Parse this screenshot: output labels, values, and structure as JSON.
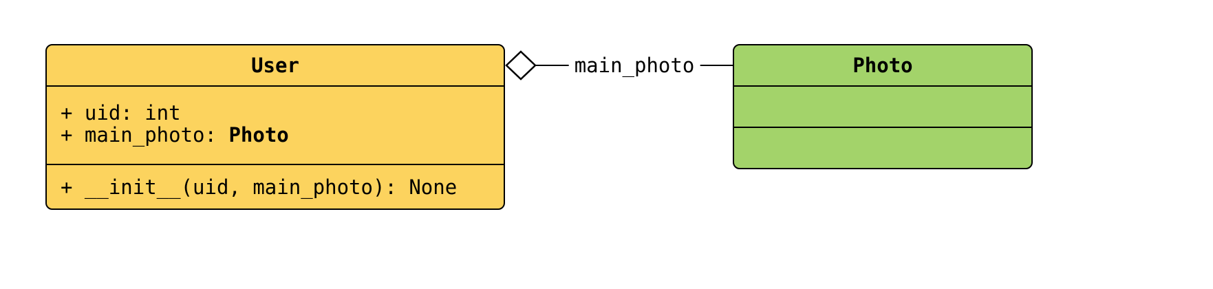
{
  "diagram_type": "uml-class-diagram",
  "classes": {
    "user": {
      "name": "User",
      "fill": "#FCD35E",
      "attributes": {
        "a1": "+ uid: int",
        "a2_prefix": "+ main_photo: ",
        "a2_type": "Photo"
      },
      "methods": {
        "m1": "+ __init__(uid, main_photo): None"
      }
    },
    "photo": {
      "name": "Photo",
      "fill": "#A3D36A",
      "attributes": {},
      "methods": {}
    }
  },
  "relation": {
    "type": "aggregation",
    "source": "User",
    "target": "Photo",
    "label": "main_photo",
    "line_color": "#000000",
    "diamond_fill": "#FFFFFF"
  }
}
